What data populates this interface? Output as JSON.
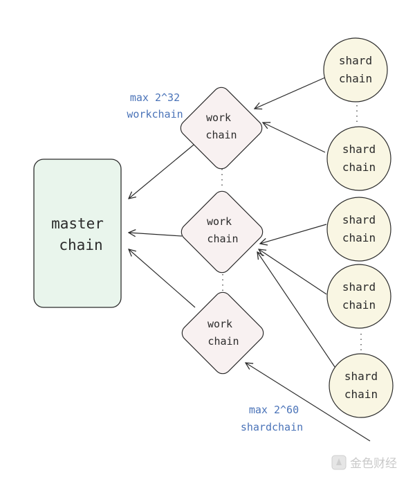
{
  "master": {
    "line1": "master",
    "line2": "chain",
    "fill": "#e9f5ec"
  },
  "workchains": [
    {
      "line1": "work",
      "line2": "chain"
    },
    {
      "line1": "work",
      "line2": "chain"
    },
    {
      "line1": "work",
      "line2": "chain"
    }
  ],
  "shardchains": [
    {
      "line1": "shard",
      "line2": "chain"
    },
    {
      "line1": "shard",
      "line2": "chain"
    },
    {
      "line1": "shard",
      "line2": "chain"
    },
    {
      "line1": "shard",
      "line2": "chain"
    },
    {
      "line1": "shard",
      "line2": "chain"
    }
  ],
  "notes": {
    "workchain_line1": "max 2^32",
    "workchain_line2": "workchain",
    "shardchain_line1": "max 2^60",
    "shardchain_line2": "shardchain"
  },
  "watermark": {
    "text": "金色财经"
  },
  "colors": {
    "workchain_fill": "#f8f1f1",
    "shardchain_fill": "#f9f6e3",
    "stroke": "#2b2b2b",
    "note_blue": "#4a73b8"
  }
}
